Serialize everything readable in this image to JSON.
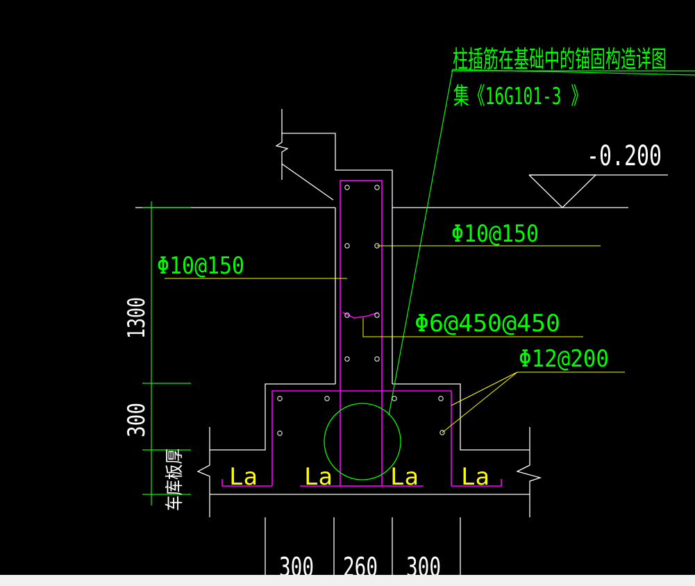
{
  "drawing": {
    "title_line1": "柱插筋在基础中的锚固构造详图",
    "title_line2": "集《16G101-3 》",
    "elevation": "-0.200",
    "rebar_labels": {
      "left_stirrup": "Φ10@150",
      "right_stirrup": "Φ10@150",
      "tie": "Φ6@450@450",
      "base_bar": "Φ12@200"
    },
    "dimensions": {
      "height_1300": "1300",
      "height_300": "300",
      "slab_thickness": "车库板厚",
      "width_left": "300",
      "width_mid": "260",
      "width_right": "300"
    },
    "anchorage_labels": [
      "La",
      "La",
      "La",
      "La"
    ]
  },
  "colors": {
    "background": "#000000",
    "outline": "#ffffff",
    "rebar": "#ff00ff",
    "label_text": "#00ff00",
    "leader": "#ffff00",
    "anchor_text": "#ffff00"
  }
}
